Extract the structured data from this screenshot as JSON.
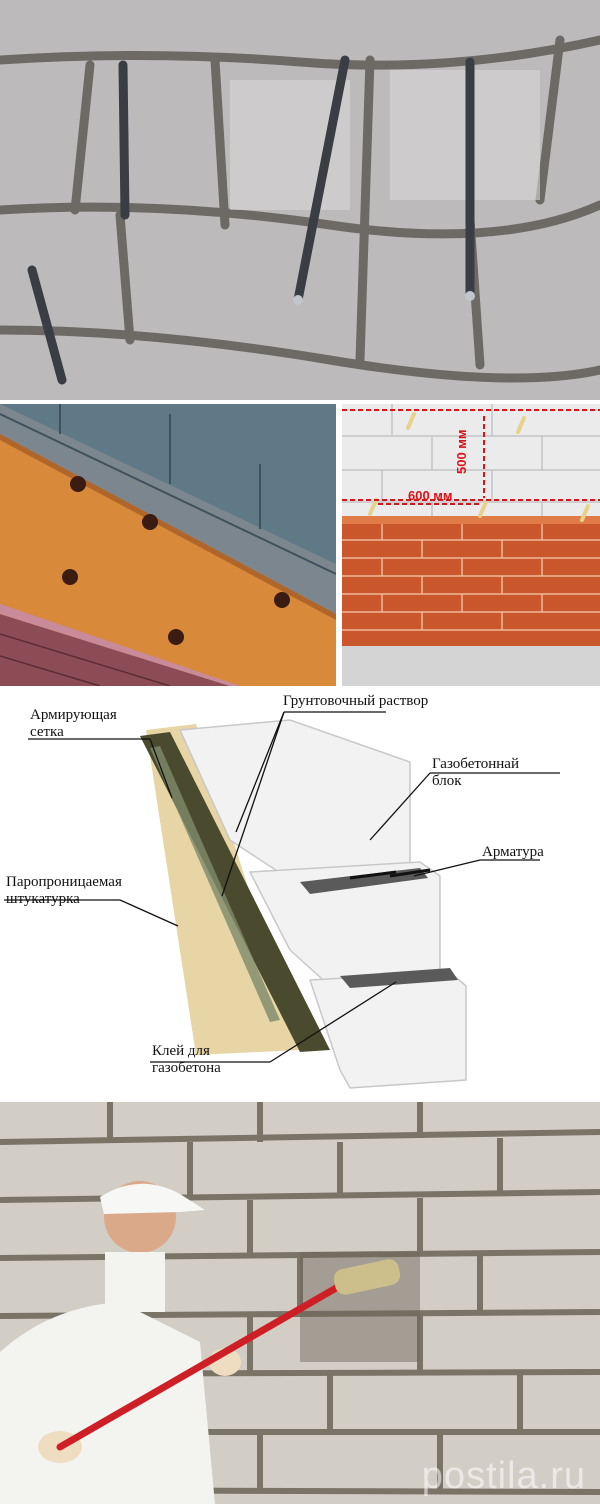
{
  "panel_dimensions": {
    "height_label": "500 мм",
    "width_label": "600 мм"
  },
  "wall_diagram": {
    "reinforcing_mesh": "Армирующая\nсетка",
    "primer_mortar": "Грунтовочный раствор",
    "aerated_block": "Газобетоннай\nблок",
    "rebar": "Арматура",
    "vapor_plaster": "Паропроницаемая\nштукатурка",
    "glue": "Клей для\nгазобетона"
  },
  "watermark": "postila.ru",
  "colors": {
    "dimension_red": "#d8141b",
    "brick": "#c9572b",
    "insulation": "#d58a3a",
    "primer": "#4a4a2e"
  }
}
